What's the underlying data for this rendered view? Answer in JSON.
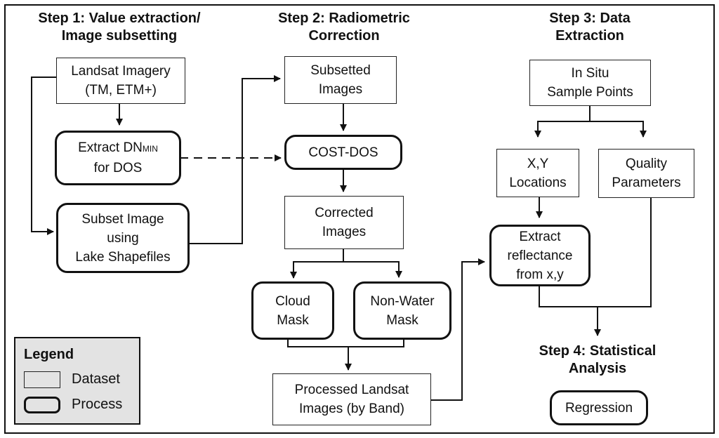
{
  "headings": {
    "step1_line1": "Step 1: Value extraction/",
    "step1_line2": "Image subsetting",
    "step2_line1": "Step 2: Radiometric",
    "step2_line2": "Correction",
    "step3_line1": "Step 3: Data",
    "step3_line2": "Extraction",
    "step4_line1": "Step 4: Statistical",
    "step4_line2": "Analysis"
  },
  "nodes": {
    "landsat": {
      "line1": "Landsat Imagery",
      "line2": "(TM, ETM+)",
      "kind": "dataset"
    },
    "extract_dn": {
      "line1_pre": "Extract DN",
      "line1_sub": "MIN",
      "line2": "for DOS",
      "kind": "process"
    },
    "subset_image": {
      "line1": "Subset Image",
      "line2": "using",
      "line3": "Lake Shapefiles",
      "kind": "process"
    },
    "subsetted": {
      "line1": "Subsetted",
      "line2": "Images",
      "kind": "dataset"
    },
    "cost_dos": {
      "line1": "COST-DOS",
      "kind": "process"
    },
    "corrected": {
      "line1": "Corrected",
      "line2": "Images",
      "kind": "dataset"
    },
    "cloud_mask": {
      "line1": "Cloud",
      "line2": "Mask",
      "kind": "process"
    },
    "nonwater_mask": {
      "line1": "Non-Water",
      "line2": "Mask",
      "kind": "process"
    },
    "processed": {
      "line1": "Processed Landsat",
      "line2": "Images (by Band)",
      "kind": "dataset"
    },
    "insitu": {
      "line1": "In Situ",
      "line2": "Sample Points",
      "kind": "dataset"
    },
    "xy_locations": {
      "line1": "X,Y",
      "line2": "Locations",
      "kind": "dataset"
    },
    "quality": {
      "line1": "Quality",
      "line2": "Parameters",
      "kind": "dataset"
    },
    "extract_refl": {
      "line1": "Extract",
      "line2": "reflectance",
      "line3": "from x,y",
      "kind": "process"
    },
    "regression": {
      "line1": "Regression",
      "kind": "process"
    }
  },
  "legend": {
    "title": "Legend",
    "dataset_label": "Dataset",
    "process_label": "Process"
  },
  "edges": [
    {
      "from": "landsat",
      "to": "extract_dn",
      "style": "solid"
    },
    {
      "from": "landsat",
      "to": "subset_image",
      "style": "solid"
    },
    {
      "from": "extract_dn",
      "to": "cost_dos",
      "style": "dashed"
    },
    {
      "from": "subset_image",
      "to": "subsetted",
      "style": "solid"
    },
    {
      "from": "subsetted",
      "to": "cost_dos",
      "style": "solid"
    },
    {
      "from": "cost_dos",
      "to": "corrected",
      "style": "solid"
    },
    {
      "from": "corrected",
      "to": "cloud_mask",
      "style": "solid"
    },
    {
      "from": "corrected",
      "to": "nonwater_mask",
      "style": "solid"
    },
    {
      "from": "cloud_mask",
      "to": "processed",
      "style": "solid"
    },
    {
      "from": "nonwater_mask",
      "to": "processed",
      "style": "solid"
    },
    {
      "from": "processed",
      "to": "extract_refl",
      "style": "solid"
    },
    {
      "from": "insitu",
      "to": "xy_locations",
      "style": "solid"
    },
    {
      "from": "insitu",
      "to": "quality",
      "style": "solid"
    },
    {
      "from": "xy_locations",
      "to": "extract_refl",
      "style": "solid"
    },
    {
      "from": "extract_refl",
      "to": "step4",
      "style": "solid"
    },
    {
      "from": "quality",
      "to": "step4",
      "style": "solid"
    }
  ]
}
